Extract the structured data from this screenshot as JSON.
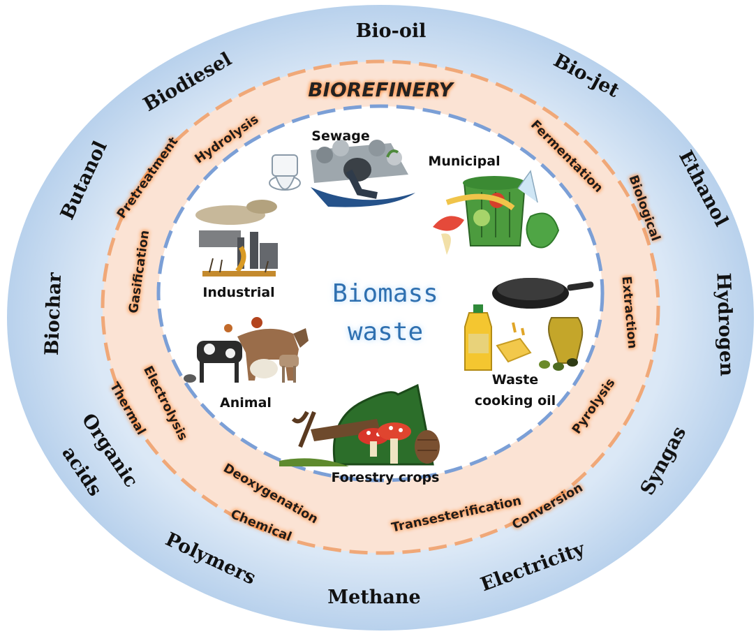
{
  "title": "BIOREFINERY",
  "center": {
    "line1": "Biomass",
    "line2": "waste"
  },
  "sources": {
    "sewage": "Sewage",
    "municipal": "Municipal",
    "industrial": "Industrial",
    "animal": "Animal",
    "waste_cooking_oil_line1": "Waste",
    "waste_cooking_oil_line2": "cooking oil",
    "forestry_crops": "Forestry crops"
  },
  "processes": {
    "hydrolysis": "Hydrolysis",
    "pretreatment": "Pretreatment",
    "gasification": "Gasification",
    "electrolysis": "Electrolysis",
    "thermal": "Thermal",
    "deoxygenation": "Deoxygenation",
    "chemical": "Chemical",
    "transesterification": "Transesterification",
    "conversion": "Conversion",
    "pyrolysis": "Pyrolysis",
    "extraction": "Extraction",
    "biological": "Biological",
    "fermentation": "Fermentation"
  },
  "products": {
    "bio_oil": "Bio-oil",
    "bio_jet": "Bio-jet",
    "ethanol": "Ethanol",
    "hydrogen": "Hydrogen",
    "syngas": "Syngas",
    "electricity": "Electricity",
    "methane": "Methane",
    "polymers": "Polymers",
    "organic": "Organic",
    "acids": "acids",
    "biochar": "Biochar",
    "butanol": "Butanol",
    "biodiesel": "Biodiesel"
  },
  "colors": {
    "outer_ring": "#b9d3ee",
    "middle_ring": "#fbe3d4",
    "orange_dash": "#f0a878",
    "blue_dash": "#7b9fd6",
    "center_text": "#2d6fb0"
  }
}
